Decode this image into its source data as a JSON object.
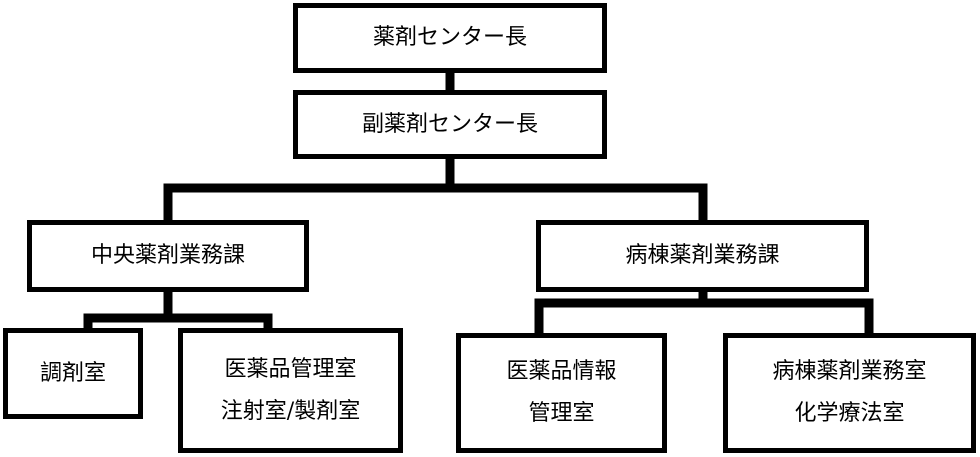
{
  "org_chart": {
    "director": {
      "lines": [
        "薬剤センター長"
      ]
    },
    "vice_director": {
      "lines": [
        "副薬剤センター長"
      ]
    },
    "central_division": {
      "lines": [
        "中央薬剤業務課"
      ]
    },
    "ward_division": {
      "lines": [
        "病棟薬剤業務課"
      ]
    },
    "dispensing_room": {
      "lines": [
        "調剤室"
      ]
    },
    "drug_management_room": {
      "lines": [
        "医薬品管理室",
        "注射室/製剤室"
      ]
    },
    "drug_information_room": {
      "lines": [
        "医薬品情報",
        "管理室"
      ]
    },
    "ward_pharmacy_room": {
      "lines": [
        "病棟薬剤業務室",
        "化学療法室"
      ]
    }
  },
  "colors": {
    "border": "#000000",
    "background": "#ffffff",
    "text": "#000000"
  }
}
